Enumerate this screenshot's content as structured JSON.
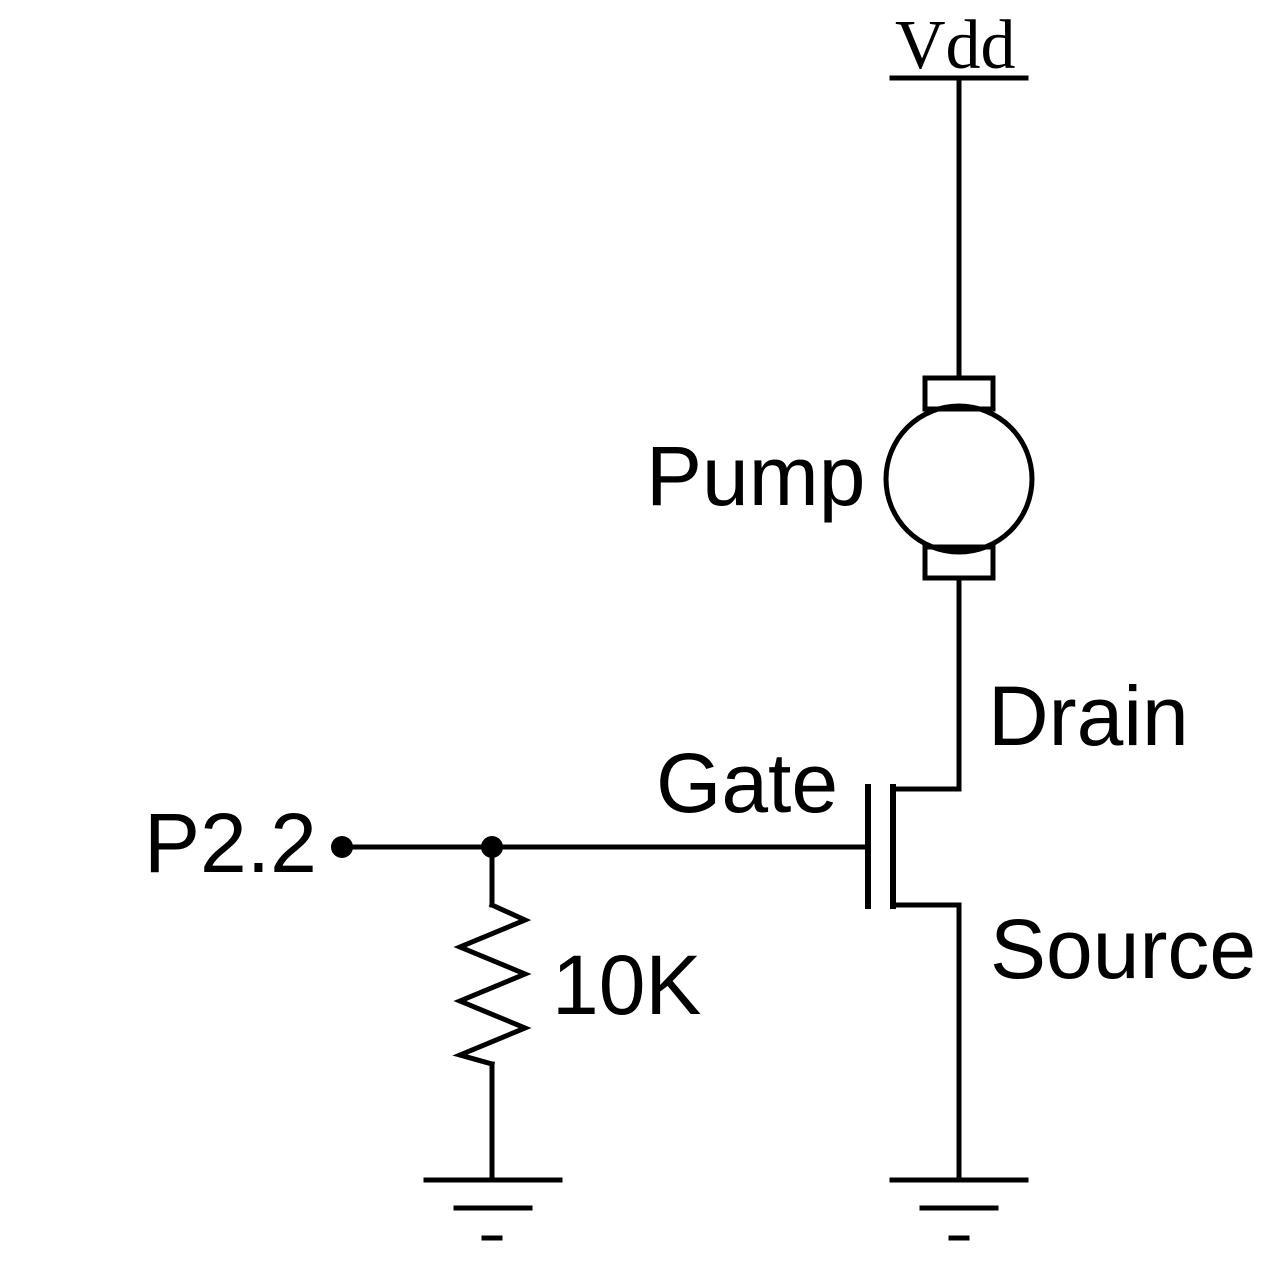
{
  "labels": {
    "vdd": "Vdd",
    "pump": "Pump",
    "drain": "Drain",
    "gate": "Gate",
    "source": "Source",
    "input_pin": "P2.2",
    "resistor_value": "10K"
  },
  "colors": {
    "ink": "#000000",
    "background": "#ffffff"
  }
}
